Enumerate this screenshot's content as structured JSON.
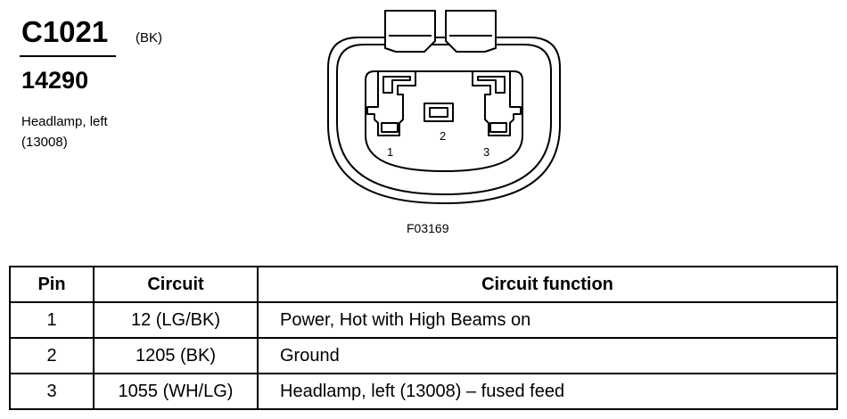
{
  "connector": {
    "id": "C1021",
    "color_code": "(BK)",
    "part_number": "14290",
    "description_line1": "Headlamp, left",
    "description_line2": "(13008)"
  },
  "diagram": {
    "figure_id": "F03169",
    "pin_labels": [
      "1",
      "2",
      "3"
    ]
  },
  "table": {
    "headers": [
      "Pin",
      "Circuit",
      "Circuit function"
    ],
    "rows": [
      {
        "pin": "1",
        "circuit": "12 (LG/BK)",
        "function": "Power, Hot with High Beams on"
      },
      {
        "pin": "2",
        "circuit": "1205 (BK)",
        "function": "Ground"
      },
      {
        "pin": "3",
        "circuit": "1055 (WH/LG)",
        "function": "Headlamp, left (13008) – fused feed"
      }
    ]
  }
}
